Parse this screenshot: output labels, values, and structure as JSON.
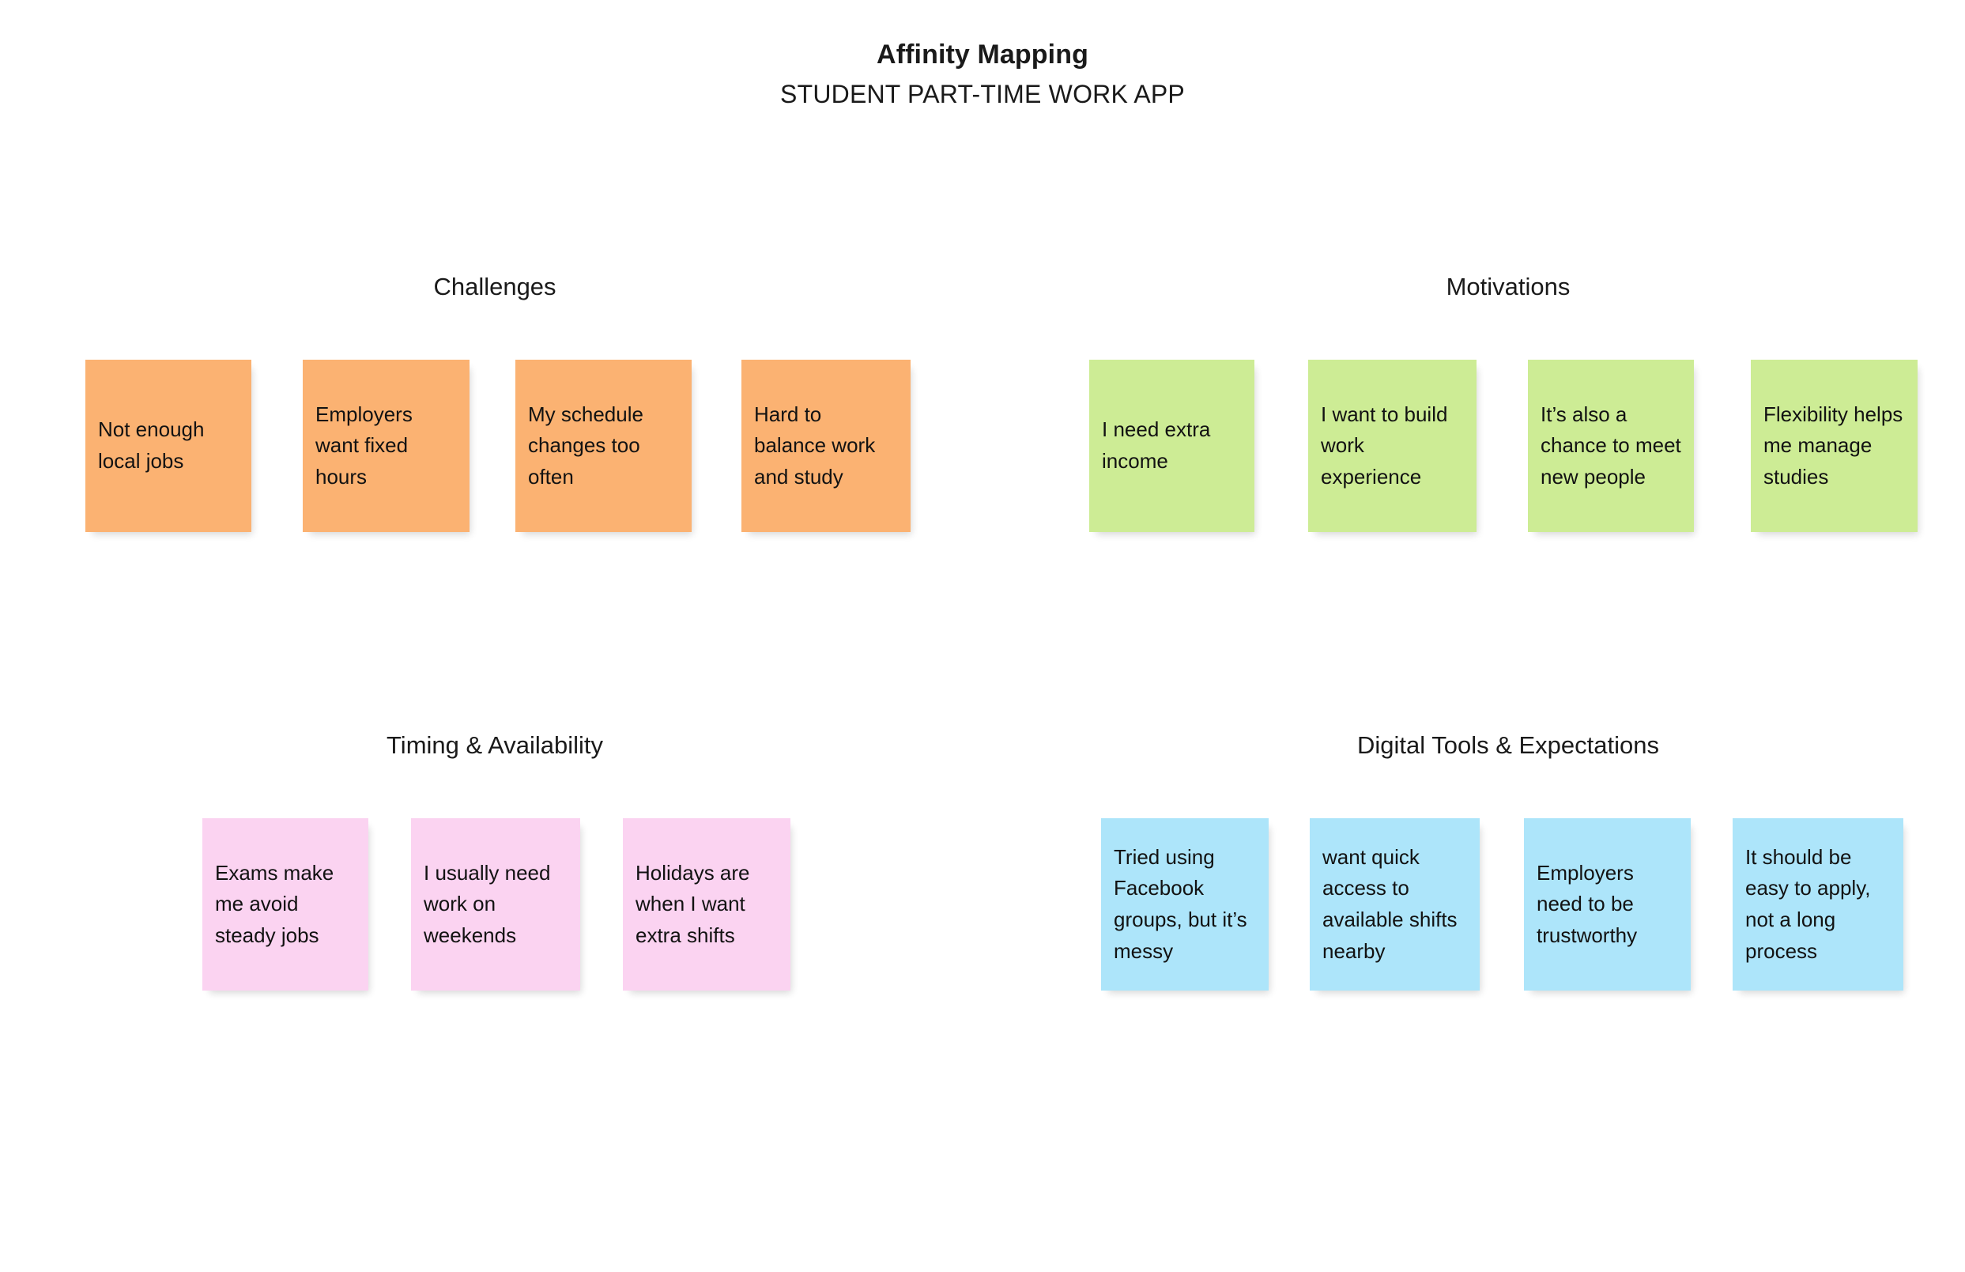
{
  "title": {
    "main": "Affinity Mapping",
    "subtitle": "STUDENT PART-TIME WORK APP"
  },
  "palette": {
    "challenges": "#fbb272",
    "motivations": "#cdec95",
    "timing": "#fbd3f1",
    "digital_tools": "#ade5fa",
    "background": "#ffffff",
    "text": "#121212"
  },
  "clusters": [
    {
      "id": "challenges",
      "heading": "Challenges",
      "color": "#fbb272",
      "notes": [
        {
          "text": "Not enough local jobs"
        },
        {
          "text": "Employers want fixed hours"
        },
        {
          "text": "My schedule changes too often"
        },
        {
          "text": "Hard to balance work and study"
        }
      ]
    },
    {
      "id": "motivations",
      "heading": "Motivations",
      "color": "#cdec95",
      "notes": [
        {
          "text": "I need extra income"
        },
        {
          "text": "I want to build work experience"
        },
        {
          "text": "It’s also a chance to meet new people"
        },
        {
          "text": "Flexibility helps me manage studies"
        }
      ]
    },
    {
      "id": "timing-availability",
      "heading": "Timing & Availability",
      "color": "#fbd3f1",
      "notes": [
        {
          "text": "Exams make me avoid steady jobs"
        },
        {
          "text": "I usually need work on weekends"
        },
        {
          "text": "Holidays are when I want extra shifts"
        }
      ]
    },
    {
      "id": "digital-tools-expectations",
      "heading": "Digital Tools & Expectations",
      "color": "#ade5fa",
      "notes": [
        {
          "text": "Tried using Facebook groups, but it’s messy"
        },
        {
          "text": "want quick access to available shifts nearby"
        },
        {
          "text": "Employers need to be trustworthy"
        },
        {
          "text": "It should be easy to apply, not a long process"
        }
      ]
    }
  ]
}
